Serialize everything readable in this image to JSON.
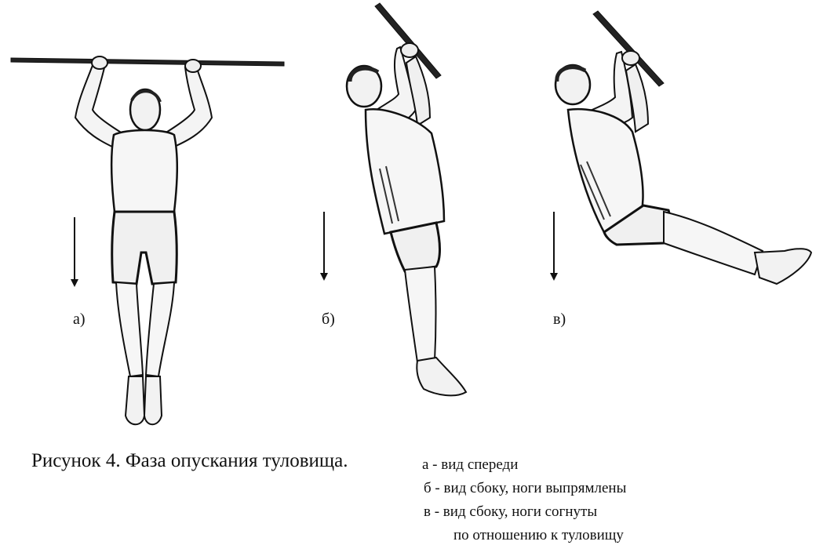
{
  "panels": [
    {
      "id": "a",
      "label": "а)"
    },
    {
      "id": "b",
      "label": "б)"
    },
    {
      "id": "v",
      "label": "в)"
    }
  ],
  "caption": {
    "title": "Рисунок 4. Фаза опускания туловища.",
    "lines": [
      "а - вид спереди",
      "б - вид сбоку, ноги выпрямлены",
      "в - вид сбоку, ноги согнуты",
      "по отношению к туловищу"
    ]
  }
}
